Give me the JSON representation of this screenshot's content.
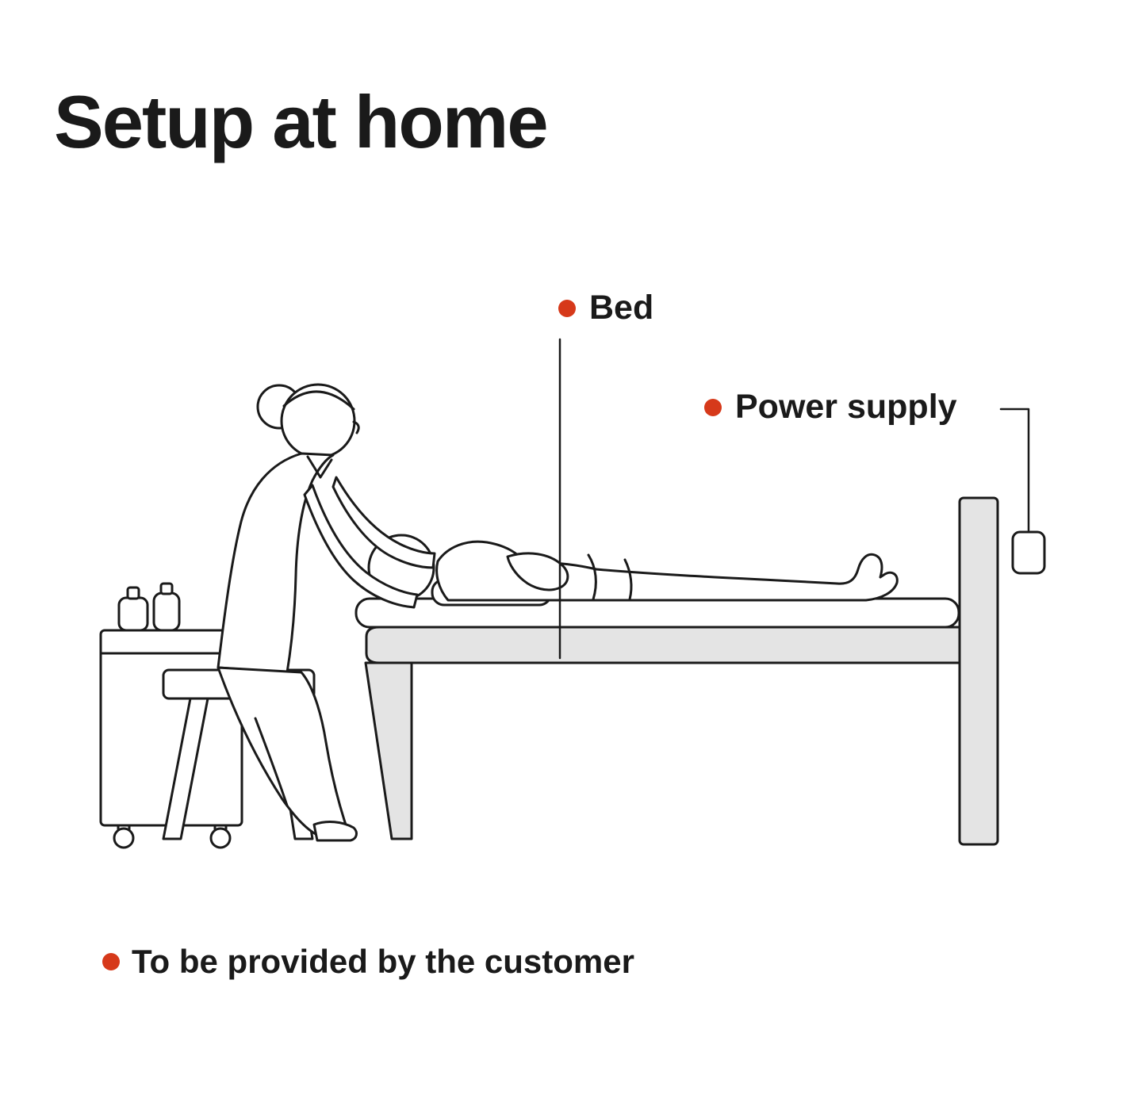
{
  "title": "Setup at home",
  "labels": {
    "bed": "Bed",
    "power_supply": "Power supply"
  },
  "legend": "To be provided by the customer",
  "colors": {
    "accent": "#d6391a",
    "ink": "#1a1a1a",
    "light_gray": "#e4e4e4",
    "background": "#ffffff"
  },
  "illustration": {
    "scene": "caregiver seated on a stool giving a head treatment to a person lying on a bed; supply cart with bottles at left; power adapter beside the headboard at right",
    "elements": [
      "caregiver",
      "patient",
      "bed",
      "stool",
      "supply-cart",
      "bottles",
      "power-adapter"
    ]
  }
}
